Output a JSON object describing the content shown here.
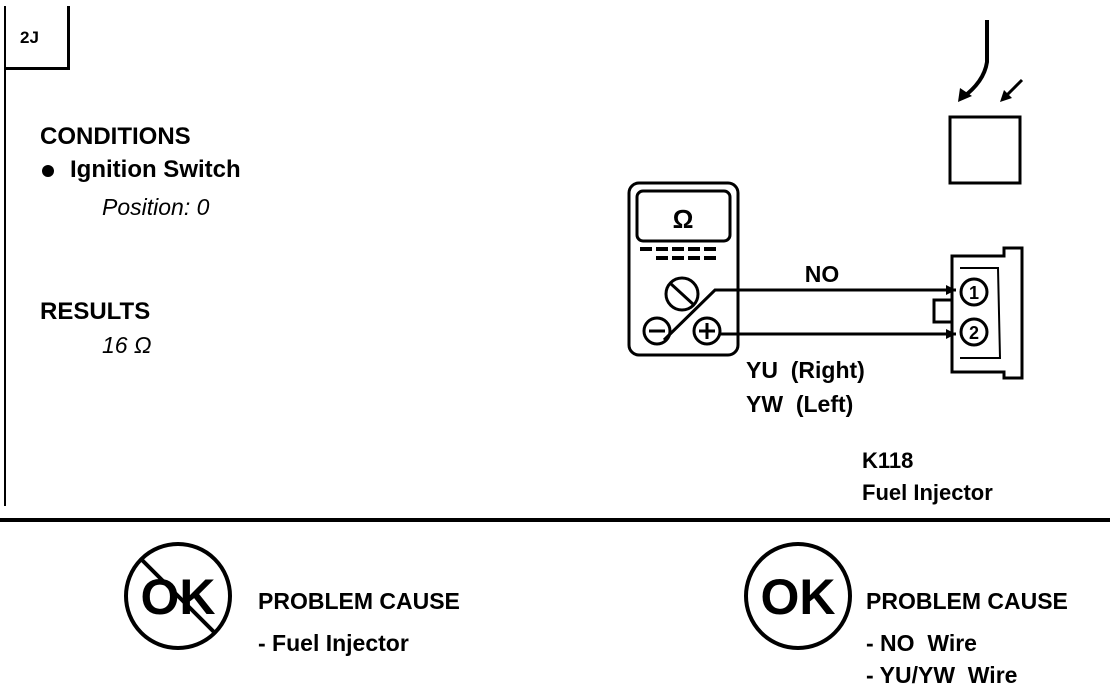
{
  "step": "2J",
  "conditions": {
    "heading": "CONDITIONS",
    "item": "Ignition Switch",
    "item_detail": "Position: 0"
  },
  "results": {
    "heading": "RESULTS",
    "value": "16 Ω"
  },
  "meter": {
    "symbol": "Ω"
  },
  "wires": {
    "top_label": "NO",
    "bottom_label_1": "YU  (Right)",
    "bottom_label_2": "YW  (Left)"
  },
  "connector": {
    "pin1": "1",
    "pin2": "2",
    "code": "K118",
    "name": "Fuel Injector"
  },
  "outcome_not_ok": {
    "badge": "OK",
    "heading": "PROBLEM CAUSE",
    "causes": [
      "- Fuel Injector"
    ]
  },
  "outcome_ok": {
    "badge": "OK",
    "heading": "PROBLEM CAUSE",
    "causes": [
      "- NO  Wire",
      "- YU/YW  Wire"
    ]
  }
}
